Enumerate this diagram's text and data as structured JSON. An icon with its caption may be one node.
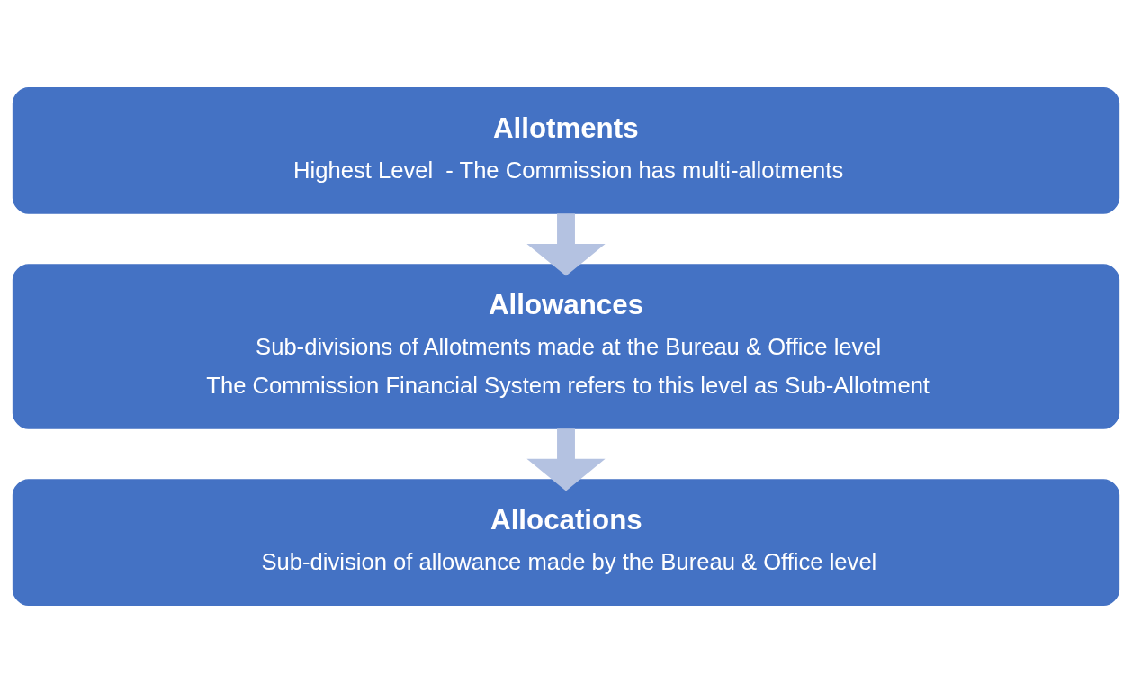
{
  "diagram": {
    "nodes": [
      {
        "text": [
          "Allotments",
          "Highest Level  - The Commission has multi-allotments"
        ]
      },
      {
        "text": [
          "Allowances",
          "Sub-divisions of Allotments made at the Bureau & Office level",
          "The Commission Financial System refers to this level as Sub-Allotment"
        ]
      },
      {
        "text": [
          "Allocations",
          "Sub-division of allowance made by the Bureau & Office level"
        ]
      }
    ],
    "edges": [
      {
        "from": 0,
        "to": 1,
        "arrow": "to"
      },
      {
        "from": 1,
        "to": 2,
        "arrow": "to"
      }
    ]
  }
}
